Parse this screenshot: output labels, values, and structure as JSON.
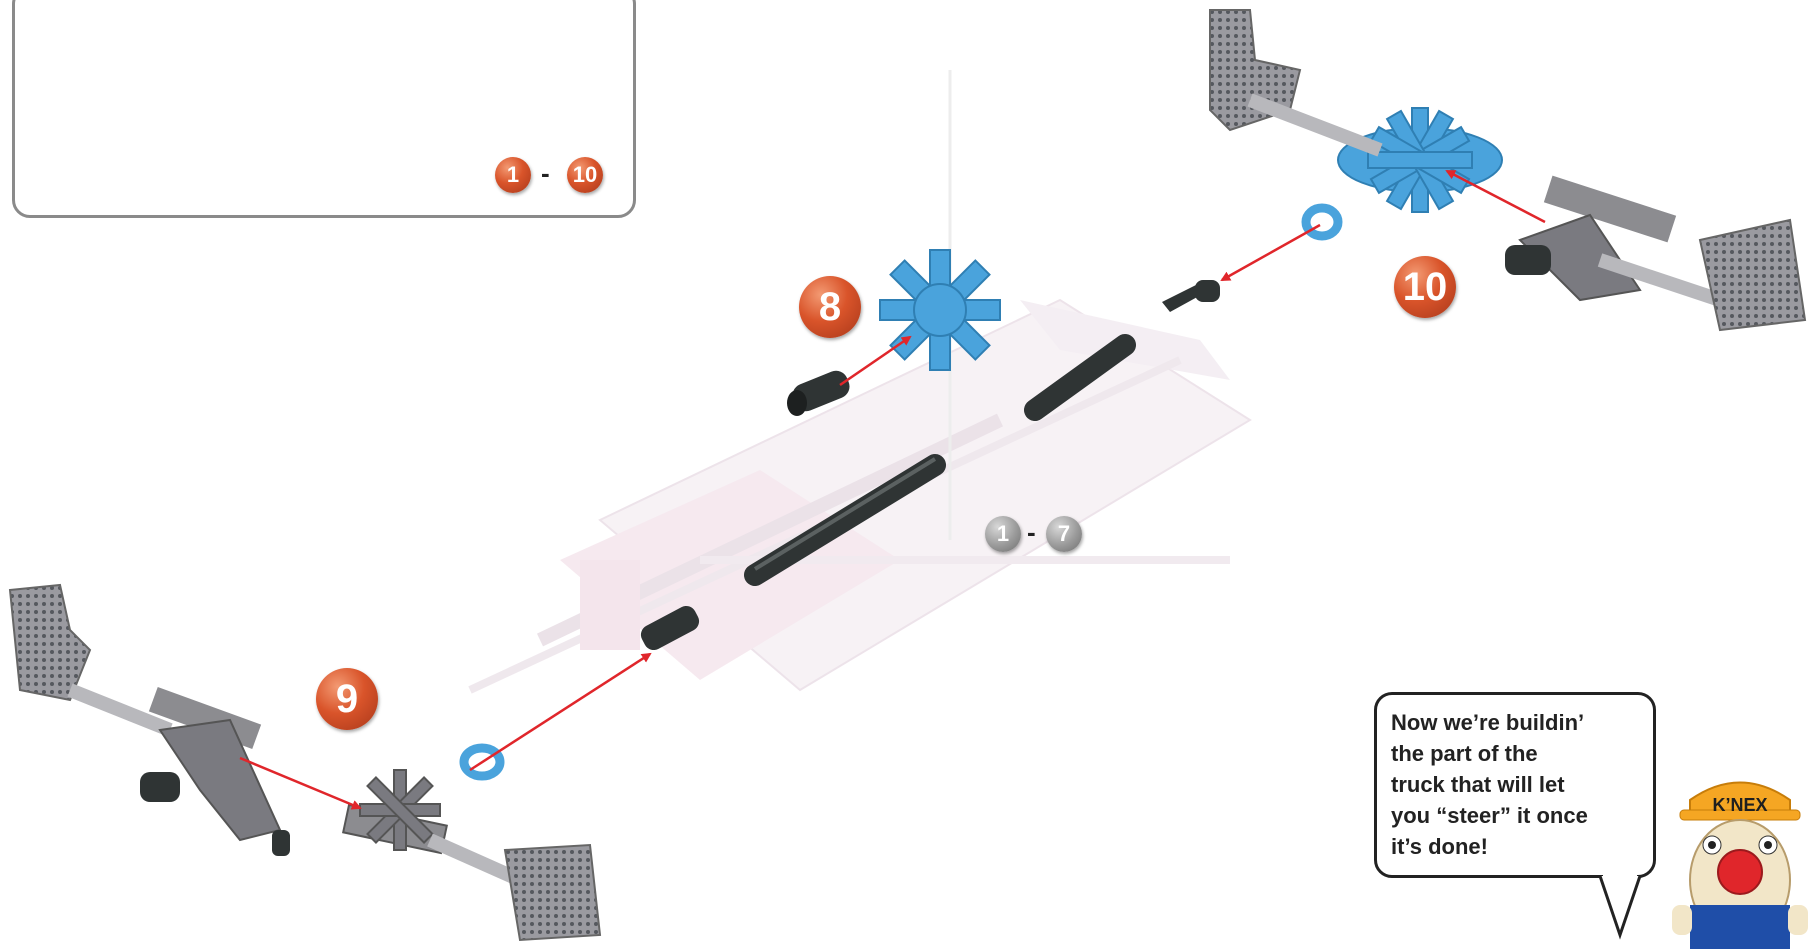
{
  "inset": {
    "range_start": "1",
    "range_end": "10"
  },
  "steps": {
    "step8": "8",
    "step9": "9",
    "step10": "10"
  },
  "main_range": {
    "start": "1",
    "end": "7"
  },
  "speech": {
    "lines": [
      "Now we’re buildin’",
      "the part of the",
      "truck that will let",
      "you “steer” it once",
      "it’s done!"
    ]
  },
  "mascot": {
    "logo_text": "K’NEX",
    "icon": "knex-mascot-icon"
  },
  "colors": {
    "badge_orange": "#d9542a",
    "badge_grey": "#9a9a9a",
    "arrow_red": "#e0262b",
    "part_blue": "#4aa3dc",
    "part_grey": "#8c8c90",
    "rod_dark": "#2f3434",
    "ghost_pink": "#f2dde6"
  }
}
